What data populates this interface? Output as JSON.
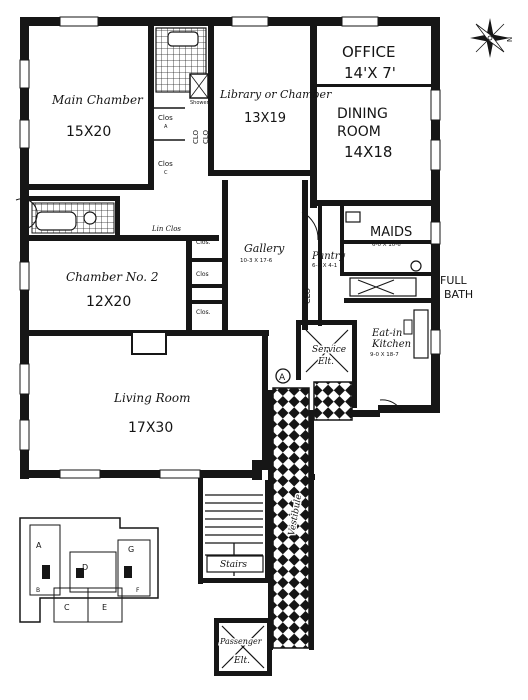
{
  "rooms": {
    "main_chamber": {
      "name": "Main Chamber",
      "dims": "15X20"
    },
    "library": {
      "name": "Library or Chamber",
      "dims": "13X19"
    },
    "office": {
      "name": "OFFICE",
      "dims": "14'X 7'"
    },
    "dining": {
      "name1": "DINING",
      "name2": "ROOM",
      "dims": "14X18"
    },
    "chamber2": {
      "name": "Chamber No. 2",
      "dims": "12X20"
    },
    "gallery": {
      "name": "Gallery",
      "dims": "10-3 X 17-6"
    },
    "pantry": {
      "name": "Pantry",
      "dims": "6-8 X 4-1"
    },
    "maids": {
      "name": "MAIDS",
      "dims": "6-0 X 10-6"
    },
    "full_bath": {
      "line1": "FULL",
      "line2": "BATH"
    },
    "kitchen": {
      "line1": "Eat-in",
      "line2": "Kitchen",
      "dims": "9-0 X 18-7"
    },
    "living": {
      "name": "Living Room",
      "dims": "17X30"
    },
    "vestibule": {
      "name": "Vestibule"
    },
    "stairs": {
      "name": "Stairs"
    },
    "service_elevator": {
      "line1": "Service",
      "line2": "Elt."
    },
    "passenger_elevator": {
      "line1": "Passenger",
      "line2": "Elt."
    }
  },
  "small_labels": {
    "clos_a": "Clos",
    "clos_a_letter": "A",
    "clos_c": "Clos",
    "clos_c_letter": "C",
    "clo_1": "CLO",
    "clo_2": "CLO",
    "shower": "Shower",
    "lin_clos": "Lin Clos",
    "clos_g1": "Clos.",
    "clos_g2": "Clos",
    "clos_g3": "Clos.",
    "clos_kitchen": "Clos.",
    "clo_pantry": "CLO",
    "marker": "A"
  },
  "key_plan": {
    "letters": [
      "A",
      "B",
      "C",
      "D",
      "E",
      "F",
      "G"
    ]
  },
  "compass": {
    "north": "N"
  },
  "colors": {
    "ink": "#161616",
    "paper": "#ffffff"
  }
}
